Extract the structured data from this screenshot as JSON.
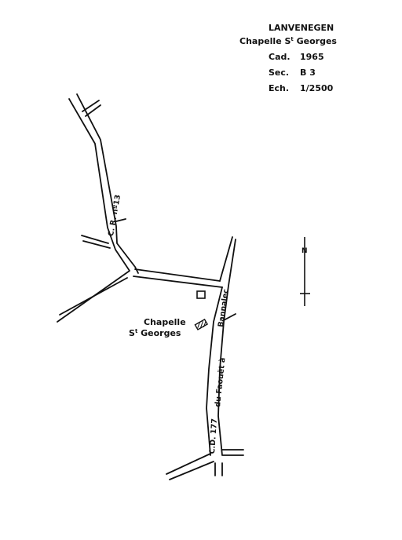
{
  "legend": {
    "commune": "LANVENEGEN",
    "place_prefix": "Chapelle S",
    "place_sup": "t",
    "place_suffix": " Georges",
    "cadastre_label": "Cad.",
    "cadastre_value": "1965",
    "section_label": "Sec.",
    "section_value": "B 3",
    "scale_label": "Ech.",
    "scale_value": "1/2500"
  },
  "map": {
    "chapel_label_line1": "Chapelle",
    "chapel_label_line2_prefix": "S",
    "chapel_label_line2_sup": "t",
    "chapel_label_line2_suffix": " Georges",
    "road_cr": "C. R. nº13",
    "road_cd": "C.D. 177",
    "road_du_faouet": "du Faouët à",
    "road_bannalec": "Bannalec",
    "north_letter": "N"
  },
  "colors": {
    "ink": "#111111",
    "paper": "#ffffff"
  }
}
